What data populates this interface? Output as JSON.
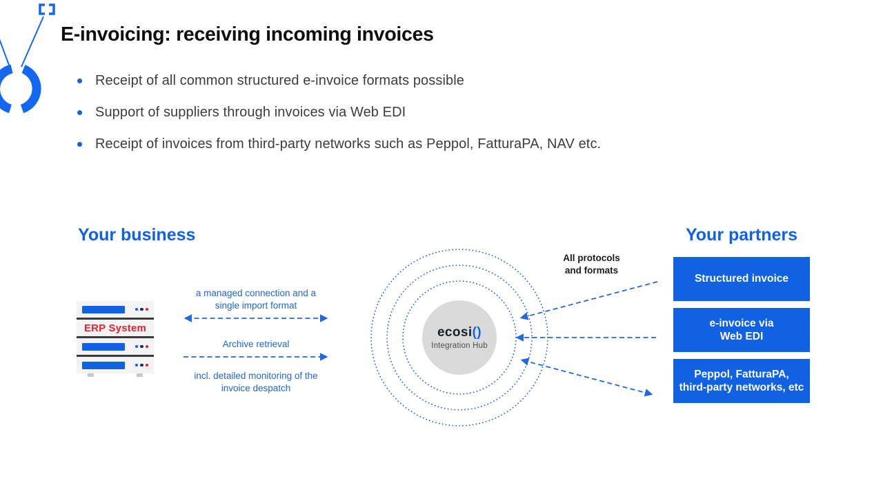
{
  "colors": {
    "accent_blue": "#1062E3",
    "arrow_blue": "#2268E2",
    "label_blue": "#1E66DF",
    "erp_red": "#E9212E",
    "hub_gray": "#DADADA",
    "title_black": "#0F0F0F",
    "body_text": "#3D3D3D"
  },
  "slide": {
    "title": "E-invoicing: receiving incoming invoices",
    "bullets": [
      "Receipt of all common structured e-invoice formats possible",
      "Support of suppliers through invoices via Web EDI",
      "Receipt of invoices from third-party networks such as Peppol, FatturaPA, NAV etc."
    ]
  },
  "diagram": {
    "business": {
      "heading": "Your business",
      "erp_label": "ERP System",
      "connection1_label": "a managed connection and a\nsingle import format",
      "connection2_label": "Archive retrieval",
      "connection_note": "incl. detailed monitoring of the\ninvoice despatch"
    },
    "hub": {
      "brand_text": "ecosi",
      "brand_mark": "()",
      "label": "Integration Hub",
      "caption": "All protocols\nand formats"
    },
    "partners": {
      "heading": "Your partners",
      "boxes": [
        "Structured invoice",
        "e-invoice via\nWeb EDI",
        "Peppol, FatturaPA,\nthird-party networks, etc"
      ]
    }
  }
}
